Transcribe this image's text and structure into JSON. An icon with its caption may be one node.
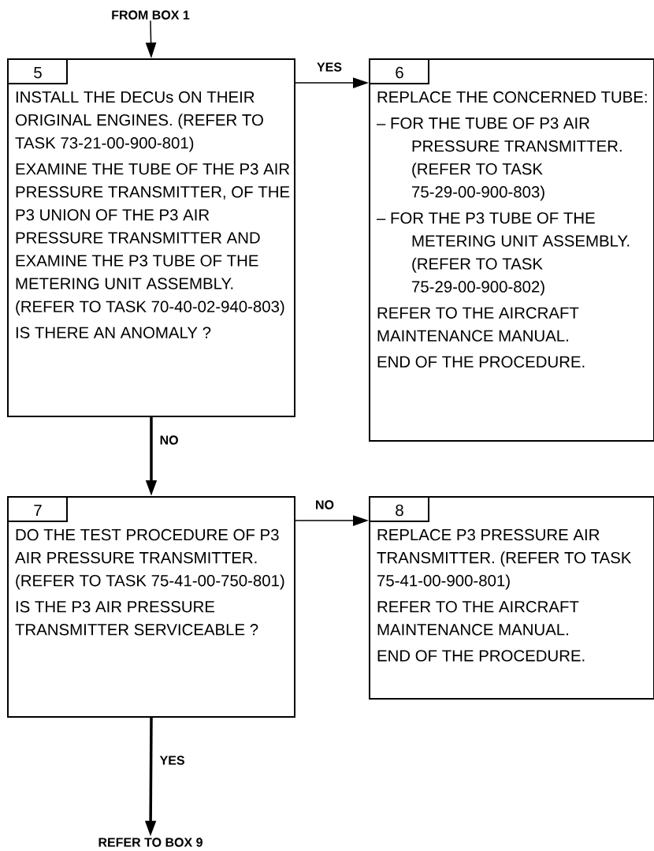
{
  "diagram": {
    "nodes": [
      {
        "text": [
          "FROM BOX 1"
        ]
      },
      {
        "text": [
          "5",
          "INSTALL THE DECUs ON THEIR ORIGINAL ENGINES. (REFER TO TASK 73-21-00-900-801)",
          "EXAMINE THE TUBE OF THE P3 AIR PRESSURE TRANSMITTER, OF THE P3 UNION OF THE P3 AIR PRESSURE TRANSMITTER AND EXAMINE THE P3 TUBE OF THE METERING UNIT ASSEMBLY. (REFER TO TASK 70-40-02-940-803)",
          "IS THERE AN ANOMALY ?"
        ]
      },
      {
        "text": [
          "6",
          "REPLACE THE CONCERNED TUBE:",
          "– FOR THE TUBE OF P3 AIR PRESSURE TRANSMITTER. (REFER TO TASK 75-29-00-900-803)",
          "– FOR THE P3 TUBE OF THE METERING UNIT ASSEMBLY. (REFER TO TASK 75-29-00-900-802)",
          "REFER TO THE AIRCRAFT MAINTENANCE MANUAL.",
          "END OF THE PROCEDURE."
        ]
      },
      {
        "text": [
          "7",
          "DO THE TEST PROCEDURE OF P3 AIR PRESSURE TRANSMITTER. (REFER TO TASK 75-41-00-750-801)",
          "IS THE P3 AIR PRESSURE TRANSMITTER SERVICEABLE ?"
        ]
      },
      {
        "text": [
          "8",
          "REPLACE P3 PRESSURE AIR TRANSMITTER. (REFER TO TASK 75-41-00-900-801)",
          "REFER TO THE AIRCRAFT MAINTENANCE MANUAL.",
          "END OF THE PROCEDURE."
        ]
      },
      {
        "text": [
          "REFER TO BOX 9"
        ]
      }
    ],
    "edges": [
      {
        "from": 0,
        "to": 1,
        "arrow": "to"
      },
      {
        "from": 1,
        "to": 2,
        "arrow": "to",
        "label": "YES"
      },
      {
        "from": 1,
        "to": 3,
        "arrow": "to",
        "label": "NO",
        "style": "thick"
      },
      {
        "from": 3,
        "to": 4,
        "arrow": "to",
        "label": "NO"
      },
      {
        "from": 3,
        "to": 5,
        "arrow": "to",
        "label": "YES",
        "style": "thick"
      }
    ]
  }
}
